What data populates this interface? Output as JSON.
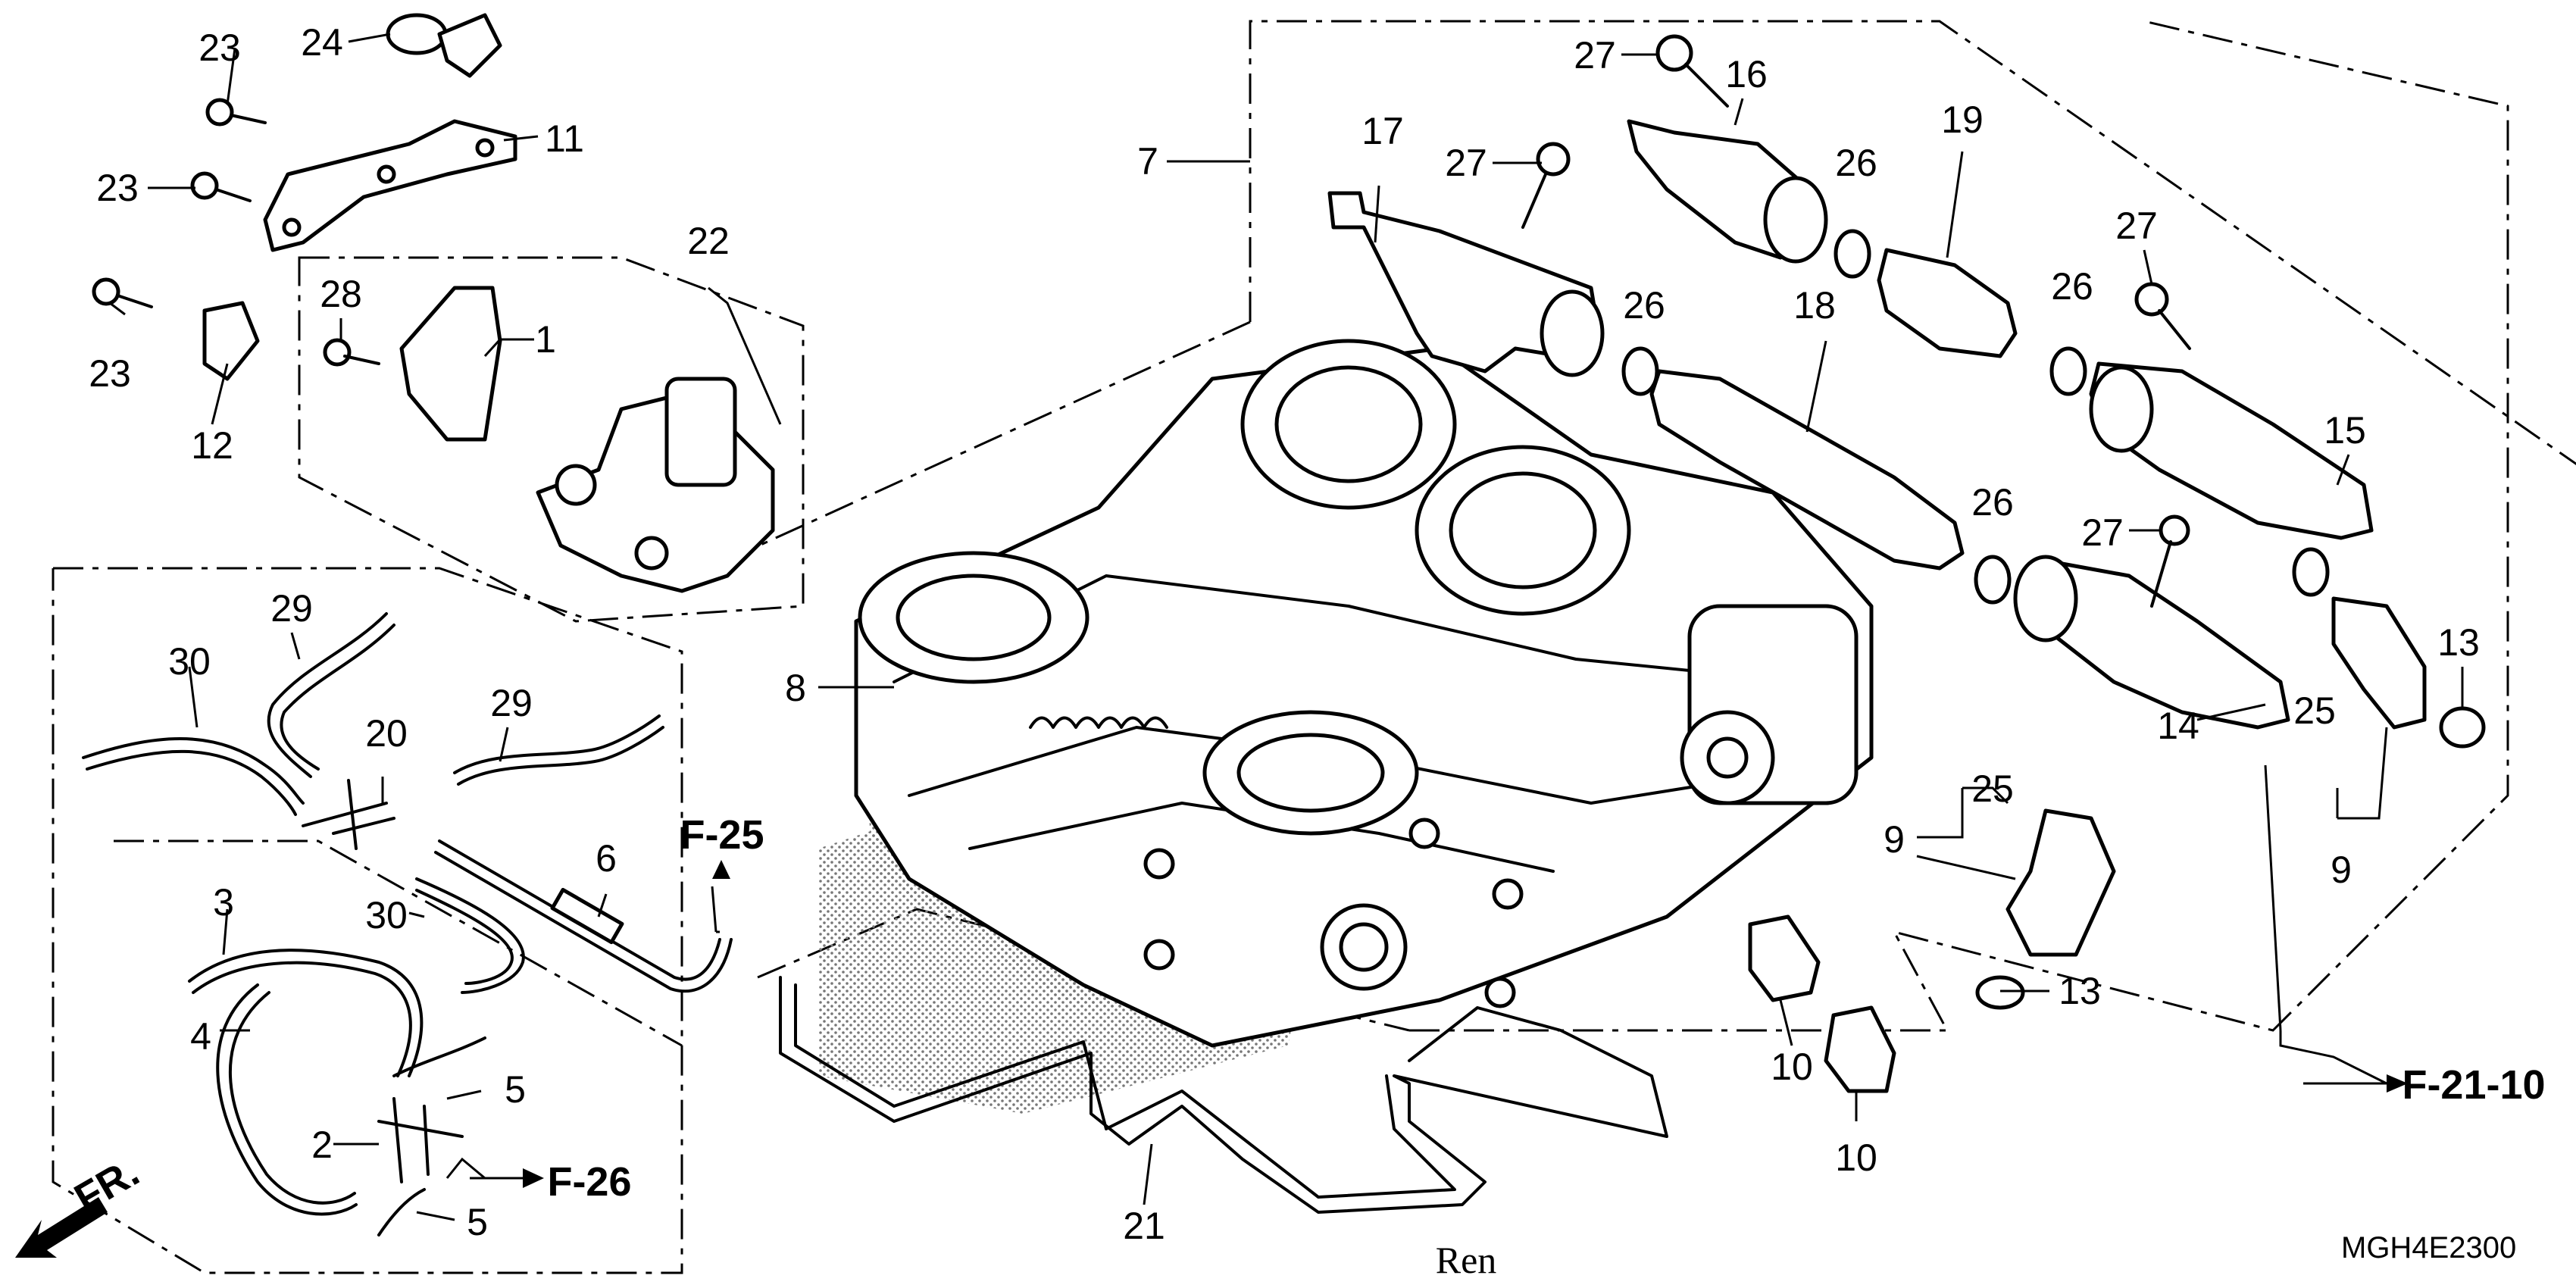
{
  "callouts": {
    "c1": "1",
    "c2": "2",
    "c3": "3",
    "c4": "4",
    "c5a": "5",
    "c5b": "5",
    "c6": "6",
    "c7": "7",
    "c8": "8",
    "c9a": "9",
    "c9b": "9",
    "c10a": "10",
    "c10b": "10",
    "c11": "11",
    "c12": "12",
    "c13a": "13",
    "c13b": "13",
    "c14": "14",
    "c15": "15",
    "c16": "16",
    "c17": "17",
    "c18": "18",
    "c19": "19",
    "c20": "20",
    "c21": "21",
    "c22": "22",
    "c23a": "23",
    "c23b": "23",
    "c23c": "23",
    "c24": "24",
    "c25a": "25",
    "c25b": "25",
    "c26a": "26",
    "c26b": "26",
    "c26c": "26",
    "c26d": "26",
    "c27a": "27",
    "c27b": "27",
    "c27c": "27",
    "c27d": "27",
    "c28": "28",
    "c29a": "29",
    "c29b": "29",
    "c30a": "30",
    "c30b": "30"
  },
  "references": {
    "f25": "F-25",
    "f26": "F-26",
    "f2110": "F-21-10"
  },
  "front_indicator": "FR.",
  "diagram_code": "MGH4E2300",
  "signature": "Ren",
  "colors": {
    "ink": "#000000",
    "paper": "#ffffff"
  }
}
